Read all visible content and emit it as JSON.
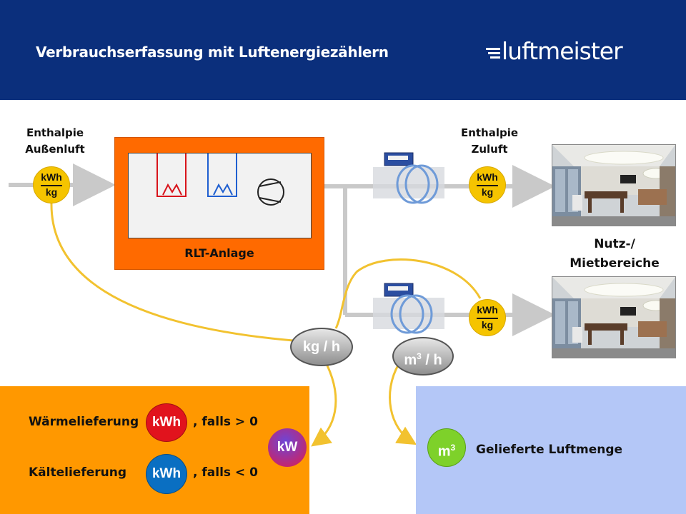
{
  "header": {
    "title": "Verbrauchserfassung mit Luftenergiezählern",
    "logo_text": "luftmeister"
  },
  "labels": {
    "outside_air": [
      "Enthalpie",
      "Außenluft"
    ],
    "supply_air": [
      "Enthalpie",
      "Zuluft"
    ],
    "usage_areas": [
      "Nutz-/",
      "Mietbereiche"
    ],
    "ahu": "RLT-Anlage"
  },
  "unit_circle": {
    "numerator": "kWh",
    "denominator": "kg"
  },
  "flow_mass": "kg / h",
  "flow_volume": {
    "base": "m",
    "sup": "3",
    "rest": " / h"
  },
  "panel_left": {
    "heat_label": "Wärmelieferung",
    "heat_unit": "kWh",
    "heat_cond": ", falls > 0",
    "cold_label": "Kältelieferung",
    "cold_unit": "kWh",
    "cold_cond": ", falls < 0",
    "power_unit": "kW"
  },
  "panel_right": {
    "volume_base": "m",
    "volume_sup": "3",
    "volume_label": "Gelieferte Luftmenge"
  },
  "colors": {
    "header": "#0b2f7c",
    "ahu": "#ff6a00",
    "panel_left": "#ff9800",
    "panel_right": "#b4c7f7",
    "energy_badge": "#f5c400",
    "signal_line": "#f2c22f",
    "heat": "#e1131d",
    "cold": "#0a6fc2",
    "power": "#7a3fd6",
    "volume": "#7ed12a"
  },
  "icons": [
    "logo",
    "heating-coil-icon",
    "cooling-coil-icon",
    "fan-icon",
    "airflow-sensor-icon",
    "office-room-image"
  ]
}
